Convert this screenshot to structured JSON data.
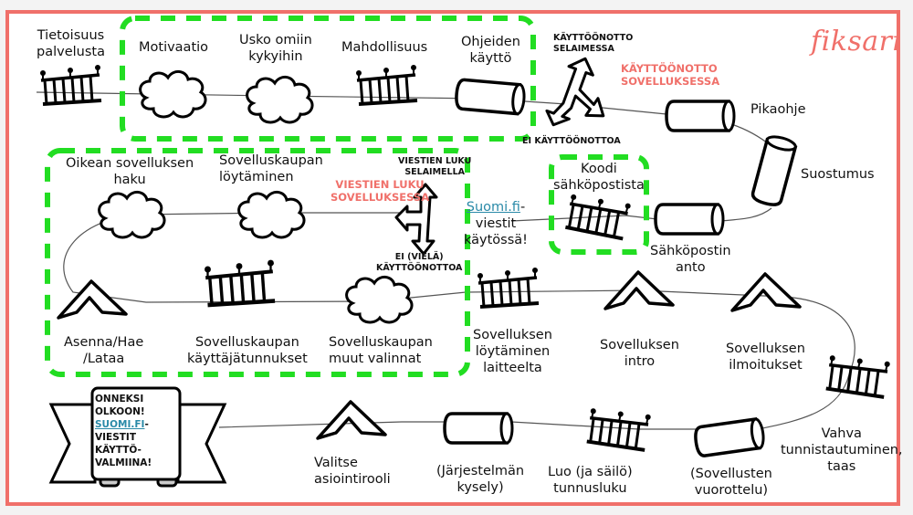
{
  "brand": {
    "logo_text": "fiksari",
    "accent_color": "#f0706a",
    "group_color": "#22dd22",
    "link_color": "#2a8aa8"
  },
  "steps": {
    "tietoisuus": "Tietoisuus\npalvelusta",
    "motivaatio": "Motivaatio",
    "usko": "Usko omiin\nkykyihin",
    "mahdollisuus": "Mahdollisuus",
    "ohjeiden": "Ohjeiden\nkäyttö",
    "pikaohje": "Pikaohje",
    "suostumus": "Suostumus",
    "sahkopostin_anto": "Sähköpostin\nanto",
    "koodi": "Koodi\nsähköpostista",
    "oikean_haku": "Oikean sovelluksen\nhaku",
    "sovelluskaupan_loytaminen": "Sovelluskaupan\nlöytäminen",
    "asenna": "Asenna/Hae\n/Lataa",
    "kayttajatunnukset": "Sovelluskaupan\nkäyttäjätunnukset",
    "muut_valinnat": "Sovelluskaupan\nmuut valinnat",
    "sovelluksen_loytaminen": "Sovelluksen\nlöytäminen\nlaitteelta",
    "intro": "Sovelluksen\nintro",
    "ilmoitukset": "Sovelluksen\nilmoitukset",
    "vahva": "Vahva\ntunnistautuminen,\ntaas",
    "vuorottelu": "(Sovellusten\nvuorottelu)",
    "tunnusluku": "Luo (ja säilö)\ntunnusluku",
    "kysely": "(Järjestelmän\nkysely)",
    "asiointirooli": "Valitse\nasiointirooli"
  },
  "branches": {
    "kayttoonotto_selaimessa": "KÄYTTÖÖNOTTO\nSELAIMESSA",
    "kayttoonotto_sovelluksessa": "KÄYTTÖÖNOTTO\nSOVELLUKSESSA",
    "ei_kayttoonottoa": "EI KÄYTTÖÖNOTTOA",
    "viestien_luku_selaimella": "VIESTIEN LUKU\nSELAIMELLA",
    "viestien_luku_sovelluksessa": "VIESTIEN LUKU\nSOVELLUKSESSA",
    "ei_viela": "EI (VIELÄ)\nKÄYTTÖÖNOTTOA"
  },
  "suomi_note": {
    "link": "Suomi.fi",
    "rest": "-\nviestit\nkäytössä!"
  },
  "banner": {
    "line1": "ONNEKSI",
    "line2": "OLKOON!",
    "link": "SUOMI.FI",
    "dash": "-",
    "line4": "VIESTIT",
    "line5": "KÄYTTÖ-",
    "line6": "VALMIINA!"
  }
}
